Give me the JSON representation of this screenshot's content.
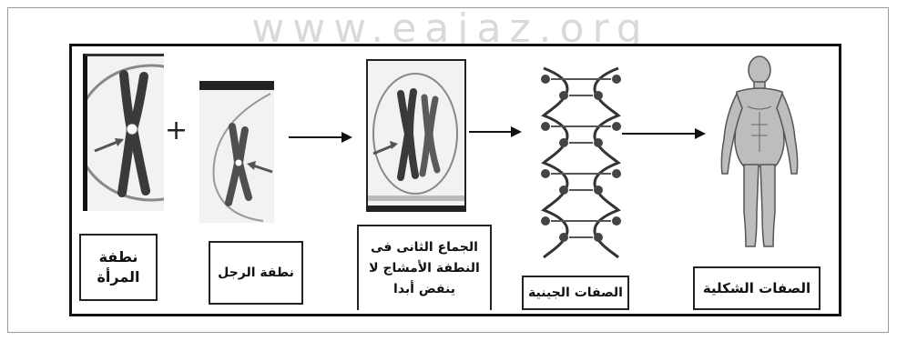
{
  "watermark": "www.eajaz.org",
  "plus_sign": "+",
  "labels": {
    "female_gamete": "نطفة المرأة",
    "male_gamete": "نطفة الرجل",
    "zygote": "الجماع الثانى فى النطفة الأمشاج لا ينفض أبدا",
    "genetic_traits": "الصفات الجينية",
    "physical_traits": "الصفات الشكلية"
  },
  "colors": {
    "frame": "#111111",
    "watermark": "#d9d9d9",
    "chromosome": "#4a4a4a",
    "cell_bg": "#f2f2f2"
  }
}
